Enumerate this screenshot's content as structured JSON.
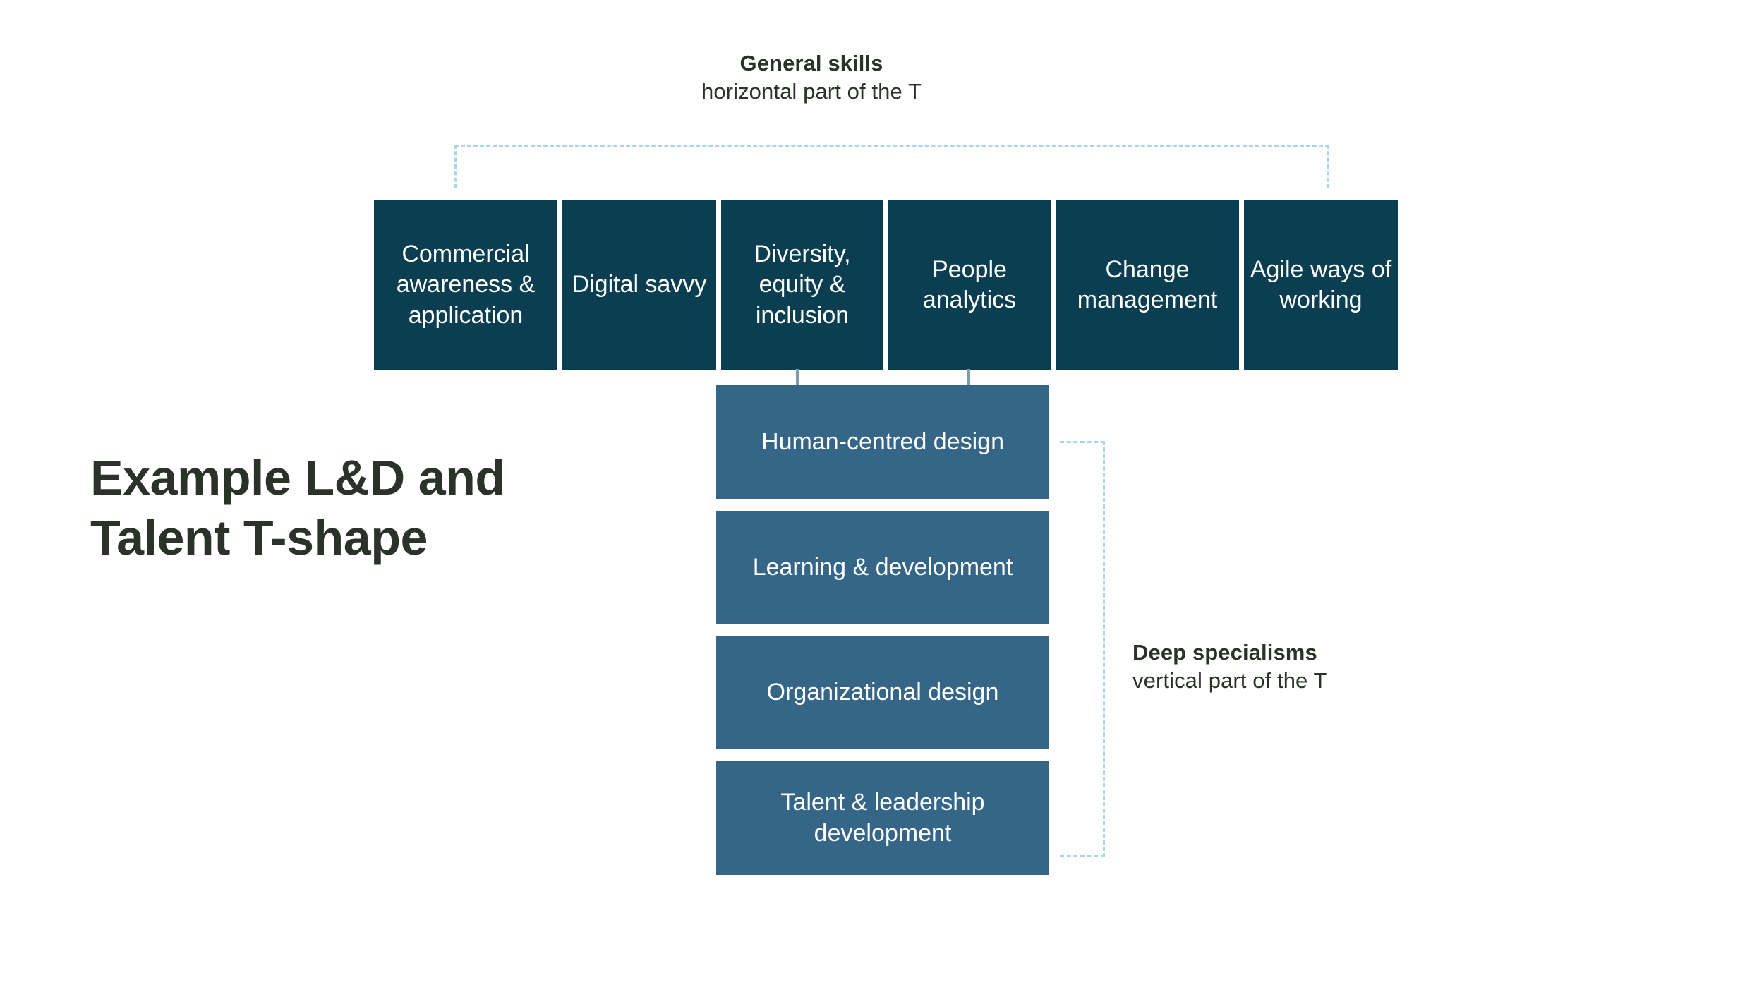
{
  "slide": {
    "title": "Example L&D and Talent T-shape",
    "background_color": "#ffffff"
  },
  "colors": {
    "general_box": "#0a3e50",
    "deep_box": "#356687",
    "bracket": "#a9d5ef",
    "connector": "#7d9dad",
    "text_dark": "#2b322a",
    "text_light": "#ffffff"
  },
  "general_skills": {
    "caption_title": "General skills",
    "caption_subtitle": "horizontal part of the T",
    "items": [
      {
        "label": "Commercial awareness & application"
      },
      {
        "label": "Digital savvy"
      },
      {
        "label": "Diversity, equity & inclusion"
      },
      {
        "label": "People analytics"
      },
      {
        "label": "Change management"
      },
      {
        "label": "Agile ways of working"
      }
    ]
  },
  "deep_specialisms": {
    "caption_title": "Deep specialisms",
    "caption_subtitle": "vertical part of the T",
    "items": [
      {
        "label": "Human-centred design"
      },
      {
        "label": "Learning & development"
      },
      {
        "label": "Organizational design"
      },
      {
        "label": "Talent & leadership development"
      }
    ]
  }
}
